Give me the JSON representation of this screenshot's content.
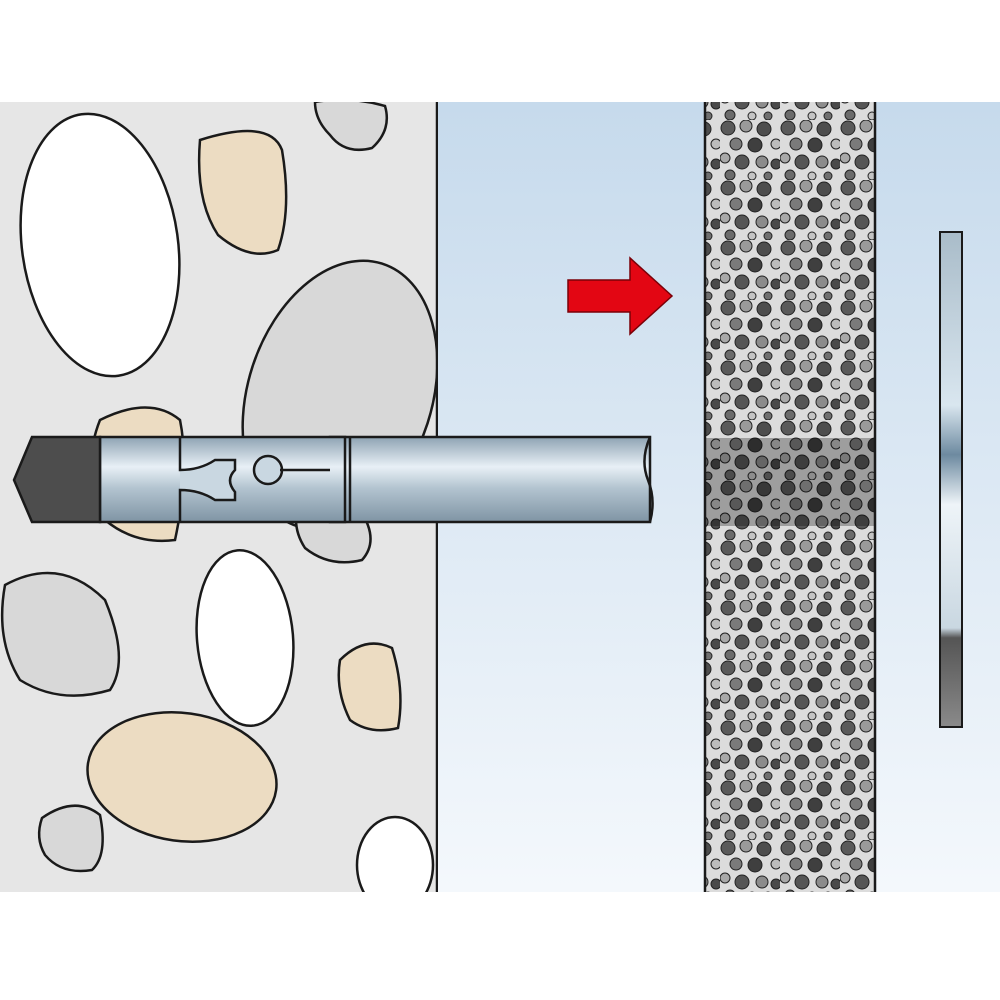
{
  "diagram": {
    "kind": "anchor-installation-step",
    "arrow_direction": "right",
    "colors": {
      "concrete": "#e6e6e6",
      "aggregate_white": "#ffffff",
      "aggregate_grey": "#d8d8d8",
      "aggregate_tan": "#ecdcc2",
      "plate_gradient_top": "#c6daec",
      "plate_gradient_bottom": "#f4f8fc",
      "arrow": "#e30613",
      "anchor_metal": "#aebfcc",
      "anchor_dark": "#4d4d4d",
      "outline": "#1a1a1a",
      "porous_dark": "#4a4a4a",
      "porous_light": "#cfcfcf"
    },
    "icons": [
      "red-arrow-icon",
      "anchor-bolt",
      "porous-layer",
      "thin-plate-edge"
    ]
  }
}
